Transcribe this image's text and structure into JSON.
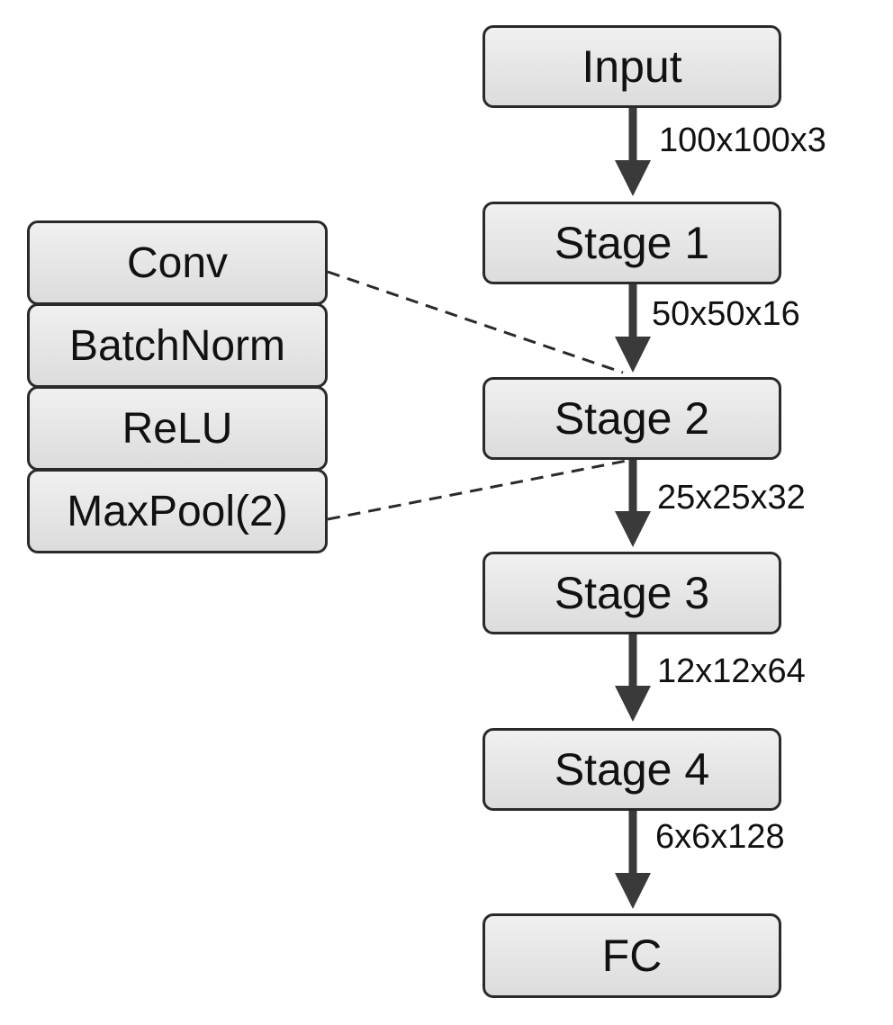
{
  "pipeline": {
    "stages": [
      {
        "label": "Input"
      },
      {
        "label": "Stage 1"
      },
      {
        "label": "Stage 2"
      },
      {
        "label": "Stage 3"
      },
      {
        "label": "Stage 4"
      },
      {
        "label": "FC"
      }
    ],
    "dimensions": [
      "100x100x3",
      "50x50x16",
      "25x25x32",
      "12x12x64",
      "6x6x128"
    ]
  },
  "stage_detail": {
    "layers": [
      "Conv",
      "BatchNorm",
      "ReLU",
      "MaxPool(2)"
    ]
  },
  "colors": {
    "box_border": "#2a2a2a",
    "box_fill_top": "#f0f0f0",
    "box_fill_bottom": "#dcdcdc",
    "arrow": "#3a3a3a",
    "dashed_line": "#2a2a2a",
    "text": "#111111"
  }
}
